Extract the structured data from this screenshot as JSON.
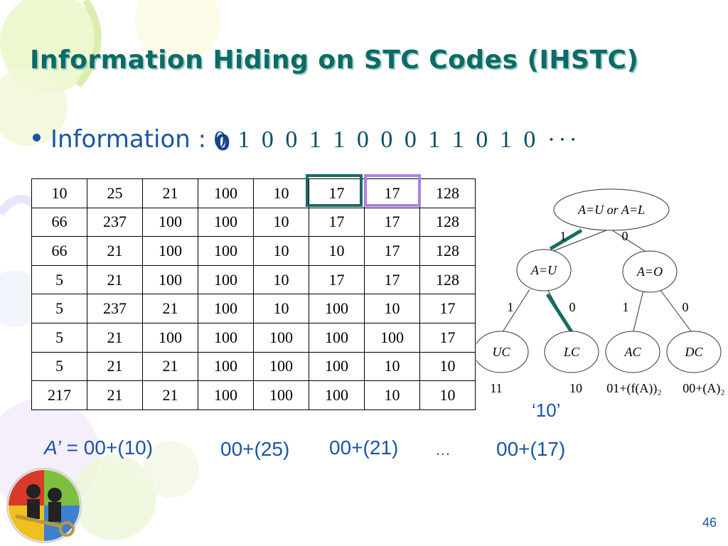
{
  "slide": {
    "title": "Information Hiding on STC Codes (IHSTC)",
    "information_label": "Information : ",
    "information_bits_first": "0",
    "information_bits_overlay": "0",
    "information_bits_rest": " 1 0 0 1 1 0 0 0 1 1 0 1 0 ···",
    "page_number": "46"
  },
  "table": {
    "rows": [
      [
        "10",
        "25",
        "21",
        "100",
        "10",
        "17",
        "17",
        "128"
      ],
      [
        "66",
        "237",
        "100",
        "100",
        "10",
        "17",
        "17",
        "128"
      ],
      [
        "66",
        "21",
        "100",
        "100",
        "10",
        "10",
        "17",
        "128"
      ],
      [
        "5",
        "21",
        "100",
        "100",
        "10",
        "17",
        "17",
        "128"
      ],
      [
        "5",
        "237",
        "21",
        "100",
        "10",
        "100",
        "10",
        "17"
      ],
      [
        "5",
        "21",
        "100",
        "100",
        "100",
        "100",
        "100",
        "17"
      ],
      [
        "5",
        "21",
        "21",
        "100",
        "100",
        "100",
        "10",
        "10"
      ],
      [
        "217",
        "21",
        "21",
        "100",
        "100",
        "100",
        "10",
        "10"
      ]
    ],
    "highlight_teal_color": "#1a6b66",
    "highlight_purple_color": "#b07fe6"
  },
  "tree": {
    "root": "A=U or A=L",
    "left": "A=U",
    "right": "A=O",
    "leaves": [
      "UC",
      "LC",
      "AC",
      "DC"
    ],
    "edge_labels": [
      "1",
      "0",
      "1",
      "0",
      "1",
      "0"
    ],
    "codes": [
      "11",
      "10",
      "01+(f(A))₂",
      "00+(A)₂"
    ],
    "highlight_color": "#1a6b66"
  },
  "result": {
    "selected_code": "‘10’",
    "a_prime": "A’",
    "equals_expr": " = 00+(10)",
    "expr2": "00+(25)",
    "expr3": "00+(21)",
    "ellipsis": "…",
    "expr4": "00+(17)"
  },
  "colors": {
    "title": "#0b6b66",
    "text": "#1b55a3"
  }
}
